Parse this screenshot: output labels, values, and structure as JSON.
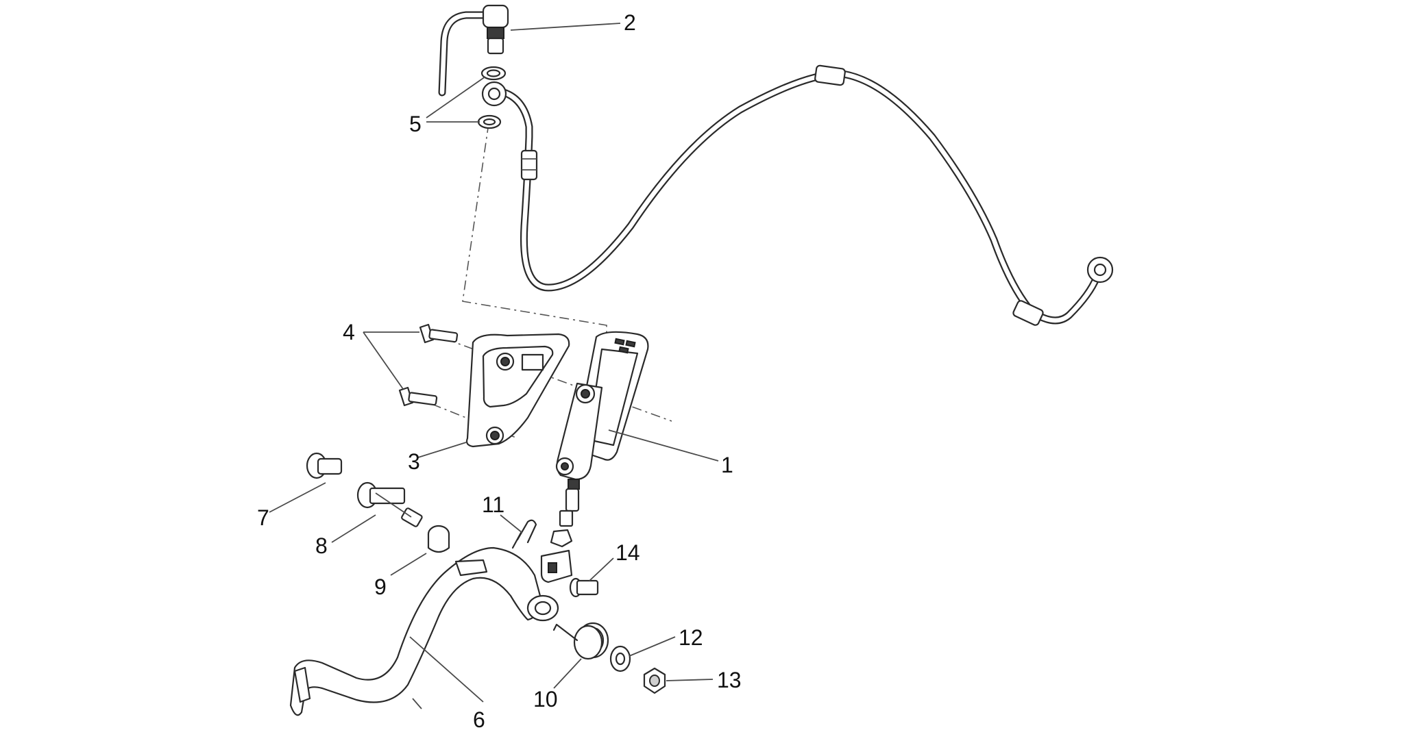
{
  "diagram": {
    "callouts": [
      {
        "id": "1",
        "label": "1"
      },
      {
        "id": "2",
        "label": "2"
      },
      {
        "id": "3",
        "label": "3"
      },
      {
        "id": "4",
        "label": "4"
      },
      {
        "id": "5",
        "label": "5"
      },
      {
        "id": "6",
        "label": "6"
      },
      {
        "id": "7",
        "label": "7"
      },
      {
        "id": "8",
        "label": "8"
      },
      {
        "id": "9",
        "label": "9"
      },
      {
        "id": "10",
        "label": "10"
      },
      {
        "id": "11",
        "label": "11"
      },
      {
        "id": "12",
        "label": "12"
      },
      {
        "id": "13",
        "label": "13"
      },
      {
        "id": "14",
        "label": "14"
      }
    ],
    "colors": {
      "line": "#2a2a2a",
      "background": "#ffffff"
    }
  }
}
